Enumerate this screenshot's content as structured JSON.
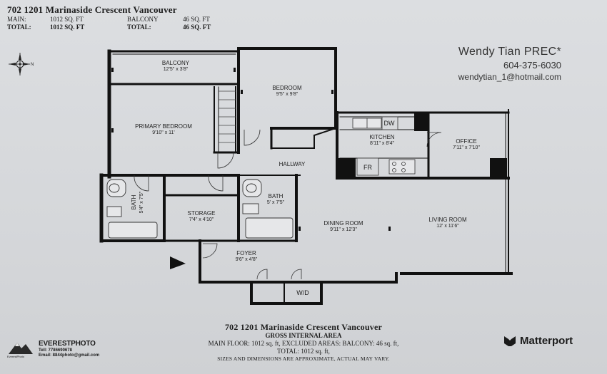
{
  "header": {
    "title": "702 1201 Marinaside Crescent Vancouver",
    "area_table": {
      "main_label": "MAIN:",
      "main_value": "1012 SQ. FT",
      "total_label": "TOTAL:",
      "total_value": "1012 SQ. FT",
      "balcony_label": "BALCONY",
      "balcony_value": "46 SQ. FT",
      "balcony_total_label": "TOTAL:",
      "balcony_total_value": "46 SQ. FT"
    }
  },
  "agent": {
    "name": "Wendy Tian PREC*",
    "phone": "604-375-6030",
    "email": "wendytian_1@hotmail.com"
  },
  "compass": {
    "label": "N"
  },
  "rooms": {
    "balcony": {
      "name": "BALCONY",
      "dims": "12'5\" x 3'8\""
    },
    "bedroom": {
      "name": "BEDROOM",
      "dims": "9'5\" x 9'8\""
    },
    "primary_bedroom": {
      "name": "PRIMARY BEDROOM",
      "dims": "9'10\" x 11'"
    },
    "kitchen": {
      "name": "KITCHEN",
      "dims": "8'11\" x 8'4\""
    },
    "office": {
      "name": "OFFICE",
      "dims": "7'11\" x 7'10\""
    },
    "hallway": {
      "name": "HALLWAY"
    },
    "bath_left": {
      "name": "BATH",
      "dims": "5'4\" x 7'5\""
    },
    "storage": {
      "name": "STORAGE",
      "dims": "7'4\" x 4'10\""
    },
    "bath_right": {
      "name": "BATH",
      "dims": "5' x 7'5\""
    },
    "dining_room": {
      "name": "DINING ROOM",
      "dims": "9'11\" x 12'3\""
    },
    "living_room": {
      "name": "LIVING ROOM",
      "dims": "12' x 11'6\""
    },
    "foyer": {
      "name": "FOYER",
      "dims": "9'6\" x 4'8\""
    }
  },
  "fixtures": {
    "dw": "DW",
    "fr": "FR",
    "wd": "W/D"
  },
  "footer": {
    "address": "702 1201 Marinaside Crescent Vancouver",
    "area_type": "GROSS INTERNAL AREA",
    "areas_line": "MAIN FLOOR: 1012 sq. ft,   EXCLUDED AREAS: BALCONY: 46 sq. ft,",
    "total_line": "TOTAL: 1012 sq. ft,",
    "disclaimer": "SIZES AND DIMENSIONS ARE APPROXIMATE, ACTUAL MAY VARY."
  },
  "logos": {
    "everest": {
      "name": "EVERESTPHOTO",
      "tel": "Tell: 7786690678",
      "email": "Email: 8844photo@gmail.com",
      "small": "EverestPhoto"
    },
    "matterport": "Matterport"
  }
}
